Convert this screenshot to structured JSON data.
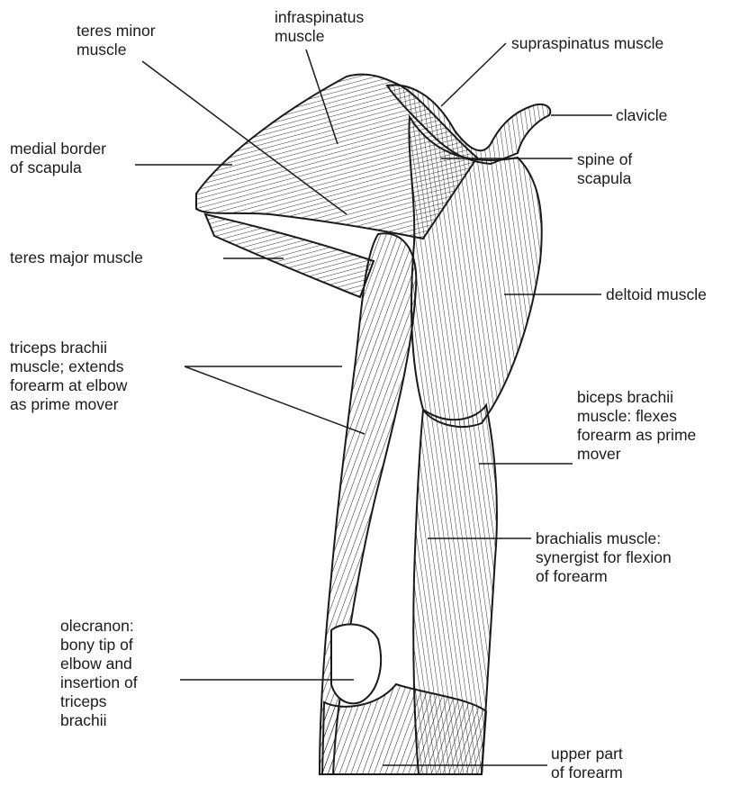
{
  "labels": {
    "infraspinatus": "infraspinatus\nmuscle",
    "teres_minor": "teres minor\nmuscle",
    "supraspinatus": "supraspinatus muscle",
    "clavicle": "clavicle",
    "medial_border": "medial border\nof scapula",
    "spine_of_scapula": "spine of\nscapula",
    "teres_major": "teres major muscle",
    "deltoid": "deltoid muscle",
    "triceps": "triceps brachii\nmuscle; extends\nforearm at elbow\nas prime mover",
    "biceps": "biceps brachii\nmuscle: flexes\nforearm as prime\nmover",
    "brachialis": "brachialis muscle:\nsynergist for flexion\nof forearm",
    "olecranon": "olecranon:\nbony tip of\nelbow and\ninsertion of\ntriceps\nbrachii",
    "forearm": "upper part\nof forearm"
  },
  "colors": {
    "ink": "#1a1a1a",
    "background": "#ffffff"
  }
}
